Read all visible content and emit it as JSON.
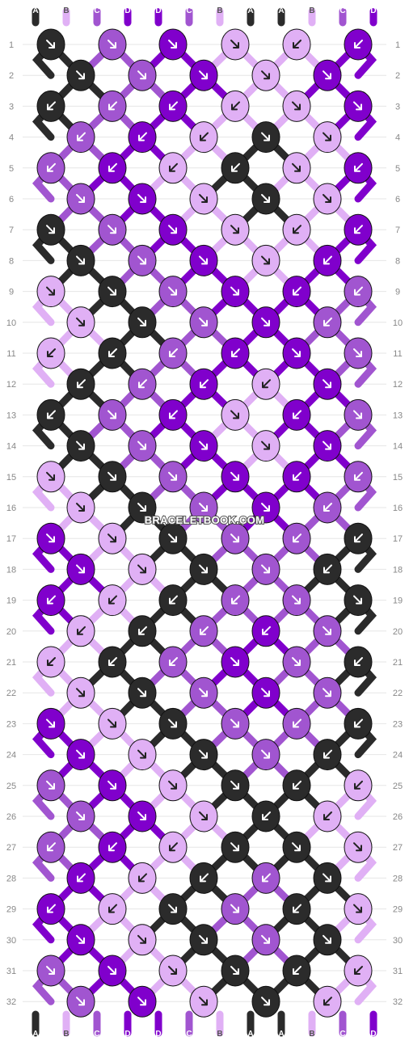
{
  "watermark": "BRACELETBOOK.COM",
  "colors": {
    "A": "#2b2b2b",
    "B": "#e0b0f5",
    "C": "#a155d0",
    "D": "#8000cc"
  },
  "strings_top": [
    "A",
    "B",
    "C",
    "D",
    "D",
    "C",
    "B",
    "A",
    "A",
    "B",
    "C",
    "D"
  ],
  "strings_bottom": [
    "A",
    "B",
    "C",
    "D",
    "D",
    "C",
    "B",
    "A",
    "A",
    "B",
    "C",
    "D"
  ],
  "row_numbers": [
    "1",
    "2",
    "3",
    "4",
    "5",
    "6",
    "7",
    "8",
    "9",
    "10",
    "11",
    "12",
    "13",
    "14",
    "15",
    "16",
    "17",
    "18",
    "19",
    "20",
    "21",
    "22",
    "23",
    "24",
    "25",
    "26",
    "27",
    "28",
    "29",
    "30",
    "31",
    "32"
  ],
  "knot_rows": [
    [
      "A",
      "C",
      "D",
      "B",
      "B",
      "D"
    ],
    [
      "A",
      "C",
      "D",
      "B",
      "D"
    ],
    [
      "A",
      "C",
      "D",
      "B",
      "B",
      "D"
    ],
    [
      "C",
      "D",
      "B",
      "A",
      "B"
    ],
    [
      "C",
      "D",
      "B",
      "A",
      "B",
      "D"
    ],
    [
      "C",
      "D",
      "B",
      "A",
      "B"
    ],
    [
      "A",
      "C",
      "D",
      "B",
      "B",
      "D"
    ],
    [
      "A",
      "C",
      "D",
      "B",
      "D"
    ],
    [
      "B",
      "A",
      "C",
      "D",
      "D",
      "C"
    ],
    [
      "B",
      "A",
      "C",
      "D",
      "C"
    ],
    [
      "B",
      "A",
      "C",
      "D",
      "D",
      "C"
    ],
    [
      "A",
      "C",
      "D",
      "B",
      "D"
    ],
    [
      "A",
      "C",
      "D",
      "B",
      "D",
      "C"
    ],
    [
      "A",
      "C",
      "D",
      "B",
      "D"
    ],
    [
      "B",
      "A",
      "C",
      "D",
      "D",
      "C"
    ],
    [
      "B",
      "A",
      "C",
      "D",
      "C"
    ],
    [
      "D",
      "B",
      "A",
      "C",
      "C",
      "A"
    ],
    [
      "D",
      "B",
      "A",
      "C",
      "A"
    ],
    [
      "D",
      "B",
      "A",
      "C",
      "C",
      "A"
    ],
    [
      "B",
      "A",
      "C",
      "D",
      "C"
    ],
    [
      "B",
      "A",
      "C",
      "D",
      "C",
      "A"
    ],
    [
      "B",
      "A",
      "C",
      "D",
      "C"
    ],
    [
      "D",
      "B",
      "A",
      "C",
      "C",
      "A"
    ],
    [
      "D",
      "B",
      "A",
      "C",
      "A"
    ],
    [
      "C",
      "D",
      "B",
      "A",
      "A",
      "B"
    ],
    [
      "C",
      "D",
      "B",
      "A",
      "B"
    ],
    [
      "C",
      "D",
      "B",
      "A",
      "A",
      "B"
    ],
    [
      "D",
      "B",
      "A",
      "C",
      "A"
    ],
    [
      "D",
      "B",
      "A",
      "C",
      "A",
      "B"
    ],
    [
      "D",
      "B",
      "A",
      "C",
      "A"
    ],
    [
      "C",
      "D",
      "B",
      "A",
      "A",
      "B"
    ],
    [
      "C",
      "D",
      "B",
      "A",
      "B"
    ]
  ],
  "knot_arrows": [
    [
      "se",
      "se",
      "se",
      "se",
      "sw",
      "sw"
    ],
    [
      "se",
      "se",
      "se",
      "se",
      "se"
    ],
    [
      "sw",
      "sw",
      "sw",
      "sw",
      "se",
      "se"
    ],
    [
      "sw",
      "sw",
      "sw",
      "se",
      "se"
    ],
    [
      "sw",
      "sw",
      "sw",
      "sw",
      "se",
      "sw"
    ],
    [
      "se",
      "se",
      "se",
      "se",
      "se"
    ],
    [
      "se",
      "se",
      "se",
      "se",
      "sw",
      "sw"
    ],
    [
      "se",
      "se",
      "se",
      "se",
      "sw"
    ],
    [
      "se",
      "se",
      "se",
      "se",
      "sw",
      "sw"
    ],
    [
      "se",
      "se",
      "se",
      "se",
      "sw"
    ],
    [
      "sw",
      "sw",
      "sw",
      "sw",
      "se",
      "se"
    ],
    [
      "sw",
      "sw",
      "sw",
      "sw",
      "se"
    ],
    [
      "sw",
      "se",
      "sw",
      "se",
      "sw",
      "se"
    ],
    [
      "se",
      "se",
      "se",
      "se",
      "se"
    ],
    [
      "se",
      "se",
      "se",
      "se",
      "sw",
      "sw"
    ],
    [
      "se",
      "se",
      "se",
      "se",
      "sw"
    ],
    [
      "se",
      "se",
      "se",
      "se",
      "sw",
      "sw"
    ],
    [
      "se",
      "se",
      "se",
      "se",
      "sw"
    ],
    [
      "sw",
      "sw",
      "sw",
      "sw",
      "se",
      "se"
    ],
    [
      "sw",
      "sw",
      "sw",
      "sw",
      "se"
    ],
    [
      "sw",
      "sw",
      "sw",
      "se",
      "se",
      "sw"
    ],
    [
      "se",
      "se",
      "se",
      "se",
      "se"
    ],
    [
      "se",
      "se",
      "se",
      "se",
      "sw",
      "sw"
    ],
    [
      "se",
      "se",
      "se",
      "se",
      "sw"
    ],
    [
      "se",
      "se",
      "se",
      "se",
      "sw",
      "sw"
    ],
    [
      "se",
      "se",
      "se",
      "sw",
      "sw"
    ],
    [
      "sw",
      "sw",
      "sw",
      "se",
      "se",
      "se"
    ],
    [
      "sw",
      "sw",
      "sw",
      "sw",
      "se"
    ],
    [
      "sw",
      "sw",
      "se",
      "se",
      "sw",
      "se"
    ],
    [
      "se",
      "se",
      "se",
      "se",
      "se"
    ],
    [
      "se",
      "se",
      "se",
      "se",
      "sw",
      "sw"
    ],
    [
      "se",
      "se",
      "se",
      "se",
      "sw"
    ]
  ]
}
